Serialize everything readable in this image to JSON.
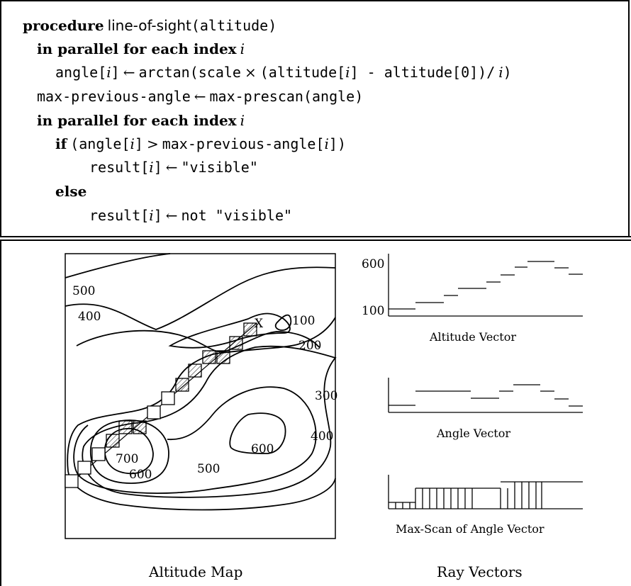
{
  "code": {
    "l1": {
      "kw": "procedure",
      "name": "line-of-sight",
      "arg": "(altitude)"
    },
    "l2": {
      "kw": "in parallel for each index",
      "var": "i"
    },
    "l3": {
      "a": "angle[",
      "i1": "i",
      "b": "]",
      "arrow": "←",
      "c": "arctan(scale",
      "times": "×",
      "d": "(altitude[",
      "i2": "i",
      "e": "] - altitude[0])/",
      "i3": "i",
      "f": ")"
    },
    "l4": {
      "a": "max-previous-angle",
      "arrow": "←",
      "b": "max-prescan(angle)"
    },
    "l5": {
      "kw": "in parallel for each index",
      "var": "i"
    },
    "l6": {
      "kw": "if",
      "a": "(angle[",
      "i1": "i",
      "b": "]",
      "gt": ">",
      "c": "max-previous-angle[",
      "i2": "i",
      "d": "])"
    },
    "l7": {
      "a": "result[",
      "i": "i",
      "b": "]",
      "arrow": "←",
      "c": "\"visible\""
    },
    "l8": {
      "kw": "else"
    },
    "l9": {
      "a": "result[",
      "i": "i",
      "b": "]",
      "arrow": "←",
      "c": "not \"visible\""
    }
  },
  "map": {
    "caption": "Altitude Map",
    "labels": {
      "c500a": "500",
      "c400a": "400",
      "c100": "100",
      "cx": "X",
      "c200": "200",
      "c300": "300",
      "c400b": "400",
      "c600a": "600",
      "c700": "700",
      "c600b": "600",
      "c500b": "500"
    }
  },
  "ray": {
    "caption": "Ray Vectors",
    "altitude_caption": "Altitude Vector",
    "angle_caption": "Angle Vector",
    "maxscan_caption": "Max-Scan of Angle Vector",
    "y600": "600",
    "y100": "100"
  }
}
